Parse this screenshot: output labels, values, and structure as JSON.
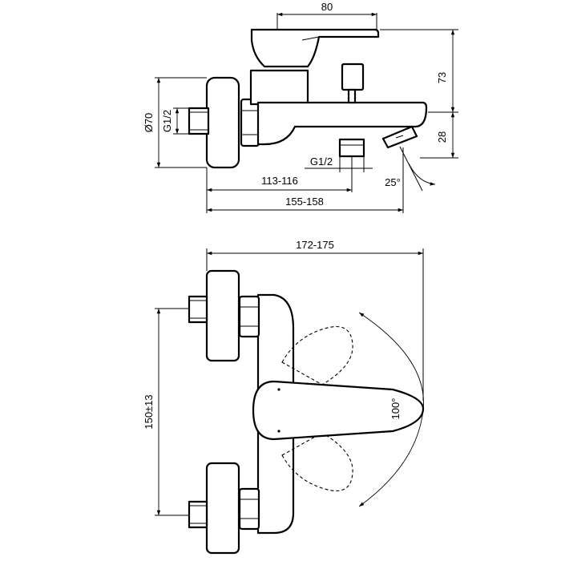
{
  "side_view": {
    "width_top": "80",
    "height_lever": "73",
    "diameter_flange": "Ø70",
    "thread_inlet": "G1/2",
    "height_spout": "28",
    "thread_outlet": "G1/2",
    "angle_spout": "25°",
    "depth_outlet": "113-116",
    "depth_spout": "155-158"
  },
  "top_view": {
    "overall_depth": "172-175",
    "centres": "150±13",
    "rotation": "100°"
  }
}
